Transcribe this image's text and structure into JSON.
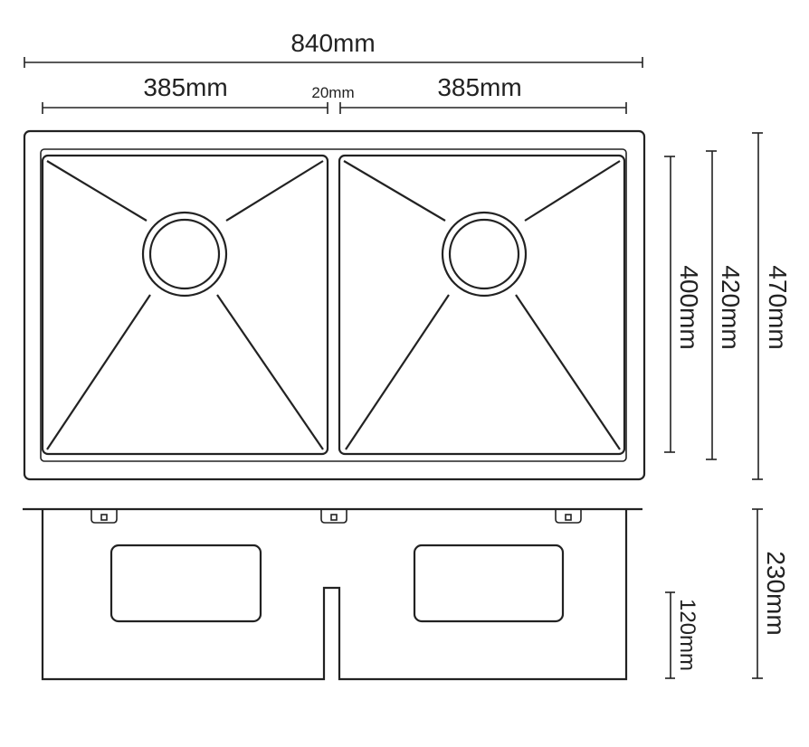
{
  "dimensions": {
    "overall_width": "840mm",
    "bowl_left_width": "385mm",
    "divider_width": "20mm",
    "bowl_right_width": "385mm",
    "bowl_length": "400mm",
    "inner_length": "420mm",
    "overall_length": "470mm",
    "overall_depth": "230mm",
    "side_height": "120mm"
  },
  "colors": {
    "line": "#222222",
    "background": "#ffffff"
  }
}
